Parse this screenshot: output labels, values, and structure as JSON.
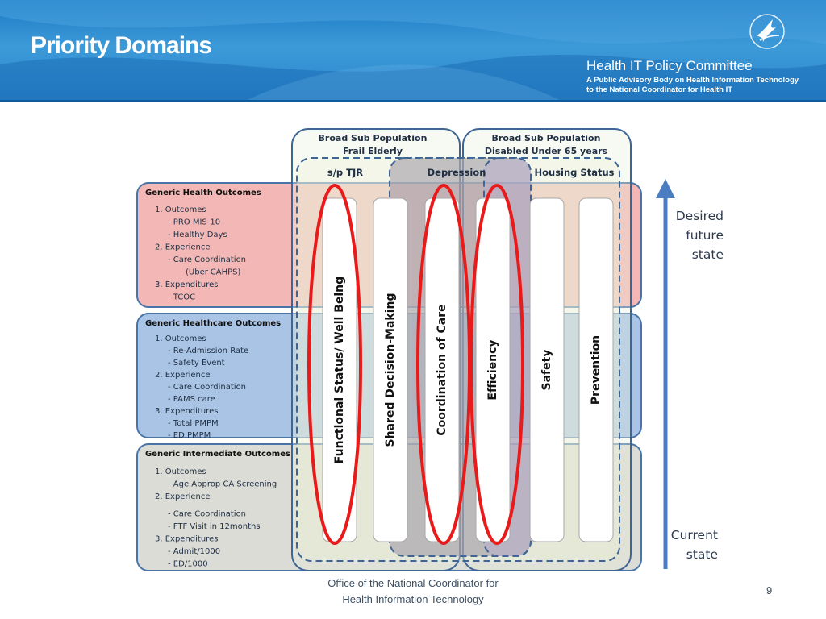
{
  "slide": {
    "title": "Priority Domains",
    "page_number": "9",
    "footer_line1": "Office of the National Coordinator for",
    "footer_line2": "Health Information Technology"
  },
  "branding": {
    "name": "Health IT Policy Committee",
    "subtitle_line1": "A Public Advisory Body on Health Information Technology",
    "subtitle_line2": "to the National Coordinator for Health IT",
    "logo_icon": "hhs-eagle-icon"
  },
  "populations": {
    "frail_elderly_line1": "Broad Sub Population",
    "frail_elderly_line2": "Frail Elderly",
    "disabled_line1": "Broad Sub Population",
    "disabled_line2": "Disabled Under 65 years",
    "sp_tjr": "s/p TJR",
    "depression": "Depression",
    "housing": "Housing Status"
  },
  "outcome_groups": {
    "health": {
      "title": "Generic Health Outcomes",
      "lines": [
        "1.   Outcomes",
        "- PRO MIS-10",
        "- Healthy Days",
        "2.   Experience",
        "- Care Coordination",
        "(Uber-CAHPS)",
        "3.   Expenditures",
        "- TCOC"
      ]
    },
    "healthcare": {
      "title": "Generic Healthcare Outcomes",
      "lines": [
        "1.   Outcomes",
        "- Re-Admission Rate",
        "- Safety Event",
        "2.   Experience",
        "- Care Coordination",
        "- PAMS care",
        "3.   Expenditures",
        "- Total PMPM",
        "- ED PMPM"
      ]
    },
    "intermediate": {
      "title": "Generic Intermediate Outcomes",
      "lines": [
        "1.   Outcomes",
        "- Age Approp CA Screening",
        "2.   Experience",
        "- Care Coordination",
        "- FTF Visit in 12months",
        "3.   Expenditures",
        "- Admit/1000",
        "- ED/1000"
      ]
    }
  },
  "domains": [
    "Functional Status/ Well Being",
    "Shared Decision-Making",
    "Coordination of Care",
    "Efficiency",
    "Safety",
    "Prevention"
  ],
  "state_axis": {
    "top_line1": "Desired",
    "top_line2": "future",
    "top_line3": "state",
    "bottom_line1": "Current",
    "bottom_line2": "state"
  },
  "colors": {
    "health_band": "#f3b8b5",
    "healthcare_band": "#a9c4e4",
    "intermediate_band": "#dcdcd6",
    "highlight_oval": "#e81a1a",
    "arrow": "#4a7ec0"
  }
}
